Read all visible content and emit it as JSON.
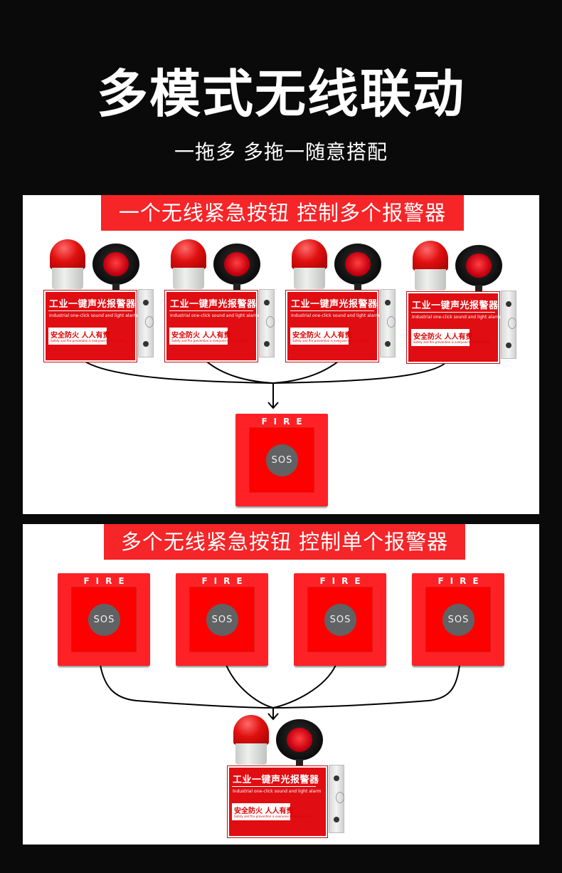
{
  "header": {
    "title": "多模式无线联动",
    "subtitle": "一拖多 多拖一随意搭配"
  },
  "colors": {
    "background": "#0a0a0a",
    "banner_red": "#f52528",
    "button_red": "#fe2227",
    "sos_gray": "#616264"
  },
  "panels": [
    {
      "banner": "一个无线紧急按钮 控制多个报警器",
      "alarms": [
        {
          "title_cn": "工业一键声光报警器",
          "title_en": "Industrial one-click sound and light alarm",
          "slogan_cn": "安全防火 人人有责",
          "slogan_en": "Safety and fire prevention is everyone's responsibility"
        },
        {
          "title_cn": "工业一键声光报警器",
          "title_en": "Industrial one-click sound and light alarm",
          "slogan_cn": "安全防火 人人有责",
          "slogan_en": "Safety and fire prevention is everyone's responsibility"
        },
        {
          "title_cn": "工业一键声光报警器",
          "title_en": "Industrial one-click sound and light alarm",
          "slogan_cn": "安全防火 人人有责",
          "slogan_en": "Safety and fire prevention is everyone's responsibility"
        },
        {
          "title_cn": "工业一键声光报警器",
          "title_en": "Industrial one-click sound and light alarm",
          "slogan_cn": "安全防火 人人有责",
          "slogan_en": "Safety and fire prevention is everyone's responsibility"
        }
      ],
      "buttons": [
        {
          "label": "FIRE",
          "sos": "SOS"
        }
      ]
    },
    {
      "banner": "多个无线紧急按钮 控制单个报警器",
      "buttons": [
        {
          "label": "FIRE",
          "sos": "SOS"
        },
        {
          "label": "FIRE",
          "sos": "SOS"
        },
        {
          "label": "FIRE",
          "sos": "SOS"
        },
        {
          "label": "FIRE",
          "sos": "SOS"
        }
      ],
      "alarms": [
        {
          "title_cn": "工业一键声光报警器",
          "title_en": "Industrial one-click sound and light alarm",
          "slogan_cn": "安全防火 人人有责",
          "slogan_en": "Safety and fire prevention is everyone's responsibility"
        }
      ]
    }
  ]
}
